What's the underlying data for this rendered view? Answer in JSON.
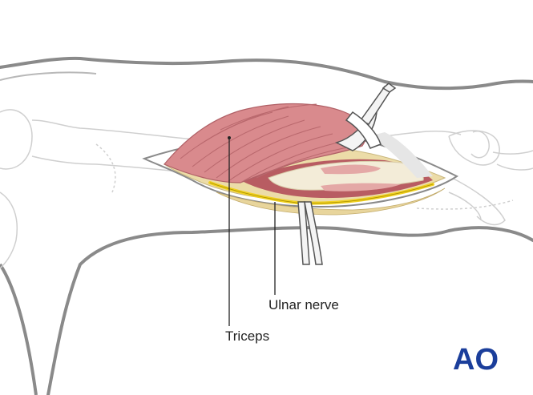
{
  "labels": {
    "ulnar_nerve": "Ulnar nerve",
    "triceps": "Triceps"
  },
  "logo": {
    "text": "AO"
  },
  "colors": {
    "outline": "#8a8a8a",
    "bone_outline": "#c8c8c8",
    "muscle": "#d98a8d",
    "muscle_dark": "#b85c62",
    "muscle_stripe": "#b9686d",
    "nerve": "#f0d020",
    "fat": "#ecdca8",
    "bone_fill": "#f3ecd8",
    "logo": "#1b3e9b"
  }
}
